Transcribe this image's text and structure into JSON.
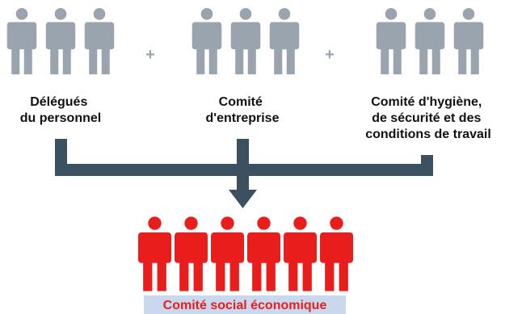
{
  "colors": {
    "grey_person": "#9aa4ae",
    "red_person": "#ea1d1d",
    "connector": "#3b5160",
    "plus": "#9aa4ae",
    "label_text": "#111111",
    "result_label_bg": "#c9d8ee",
    "result_label_text": "#ea1d1d"
  },
  "icons": {
    "person": "person-icon"
  },
  "groups": [
    {
      "label_lines": [
        "Délégués",
        "du personnel"
      ],
      "person_count": 3
    },
    {
      "label_lines": [
        "Comité",
        "d'entreprise"
      ],
      "person_count": 3
    },
    {
      "label_lines": [
        "Comité d'hygiène,",
        "de sécurité et des",
        "conditions de travail"
      ],
      "person_count": 3
    }
  ],
  "operators": [
    "+",
    "+"
  ],
  "result": {
    "label": "Comité social économique",
    "person_count": 6
  }
}
